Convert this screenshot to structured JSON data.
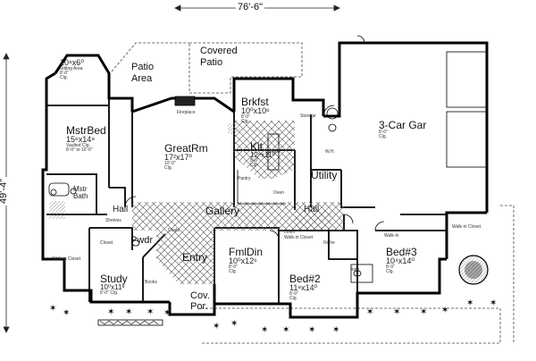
{
  "dimensions": {
    "width": "76'-6\"",
    "depth": "49'-4\""
  },
  "rooms": [
    {
      "name": "MstrBed",
      "size": "15⁶x14⁸",
      "note1": "Vaulted Clg.",
      "note2": "8'-0\" to 10'-0\""
    },
    {
      "name": "Sitting Area",
      "size": "10⁸x6⁰",
      "note1": "8'-0\"",
      "note2": "Clg."
    },
    {
      "name": "Patio",
      "name2": "Area"
    },
    {
      "name": "Covered",
      "name2": "Patio"
    },
    {
      "name": "GreatRm",
      "size": "17²x17⁰",
      "note1": "10'-0\"",
      "note2": "Clg."
    },
    {
      "name": "Brkfst",
      "size": "10⁰x10⁶",
      "note1": "8'-0\"",
      "note2": "Clg."
    },
    {
      "name": "Kit",
      "size": "12⁸x11⁸",
      "note1": "8'-0\"",
      "note2": "Clg."
    },
    {
      "name": "3-Car Gar",
      "note1": "8'-0\"",
      "note2": "Clg."
    },
    {
      "name": "Utility"
    },
    {
      "name": "Gallery"
    },
    {
      "name": "Hall"
    },
    {
      "name": "Hall"
    },
    {
      "name": "Entry"
    },
    {
      "name": "Study",
      "size": "10⁰x11⁸",
      "note1": "8'-0\" Clg."
    },
    {
      "name": "FmlDin",
      "size": "10⁰x12⁶",
      "note1": "8'-0\"",
      "note2": "Clg."
    },
    {
      "name": "Bed#2",
      "size": "11⁸x14⁰",
      "note1": "8'-0\"",
      "note2": "Clg."
    },
    {
      "name": "Bed#3",
      "size": "10⁴x14⁰",
      "note1": "8'-0\"",
      "note2": "Clg."
    },
    {
      "name": "Mstr",
      "name2": "Bath"
    },
    {
      "name": "Pwdr"
    },
    {
      "name": "Cov.",
      "name2": "Por."
    }
  ],
  "small_labels": {
    "fireplace": "Fireplace",
    "walk_in_closet": "Walk-in Closet",
    "closet": "Closet",
    "shelves": "Shelves",
    "coats": "Coats",
    "books": "Books",
    "linen": "Linen",
    "bath": "Bath",
    "island": "Island",
    "pantry": "Pantry",
    "oven": "Oven",
    "storage": "Storage",
    "wh": "W.H.",
    "niche": "Niche",
    "walk_in": "Walk-in",
    "walk_in_closet2": "Walk-in Closet",
    "walk_in_closet3": "Walk-in Closet"
  }
}
